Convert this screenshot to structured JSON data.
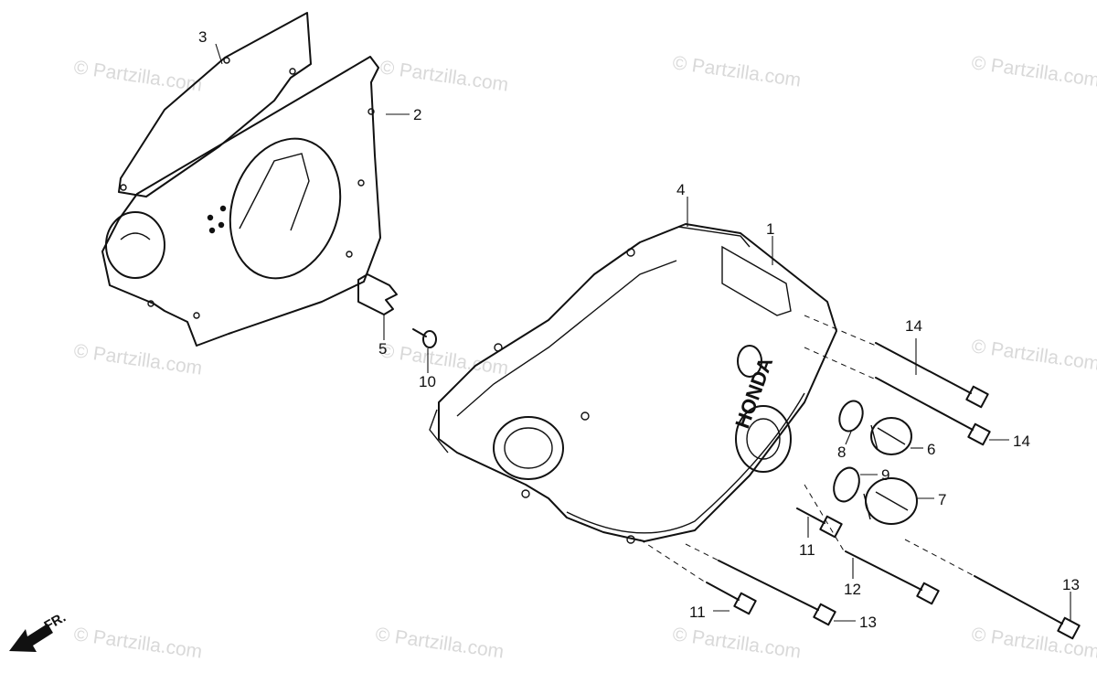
{
  "watermark": "© Partzilla.com",
  "direction_label": "FR.",
  "brand_mark": "HONDA",
  "callouts": {
    "c1": "1",
    "c2": "2",
    "c3": "3",
    "c4": "4",
    "c5": "5",
    "c6": "6",
    "c7": "7",
    "c8": "8",
    "c9": "9",
    "c10": "10",
    "c11a": "11",
    "c11b": "11",
    "c12": "12",
    "c13a": "13",
    "c13b": "13",
    "c14a": "14",
    "c14b": "14"
  }
}
